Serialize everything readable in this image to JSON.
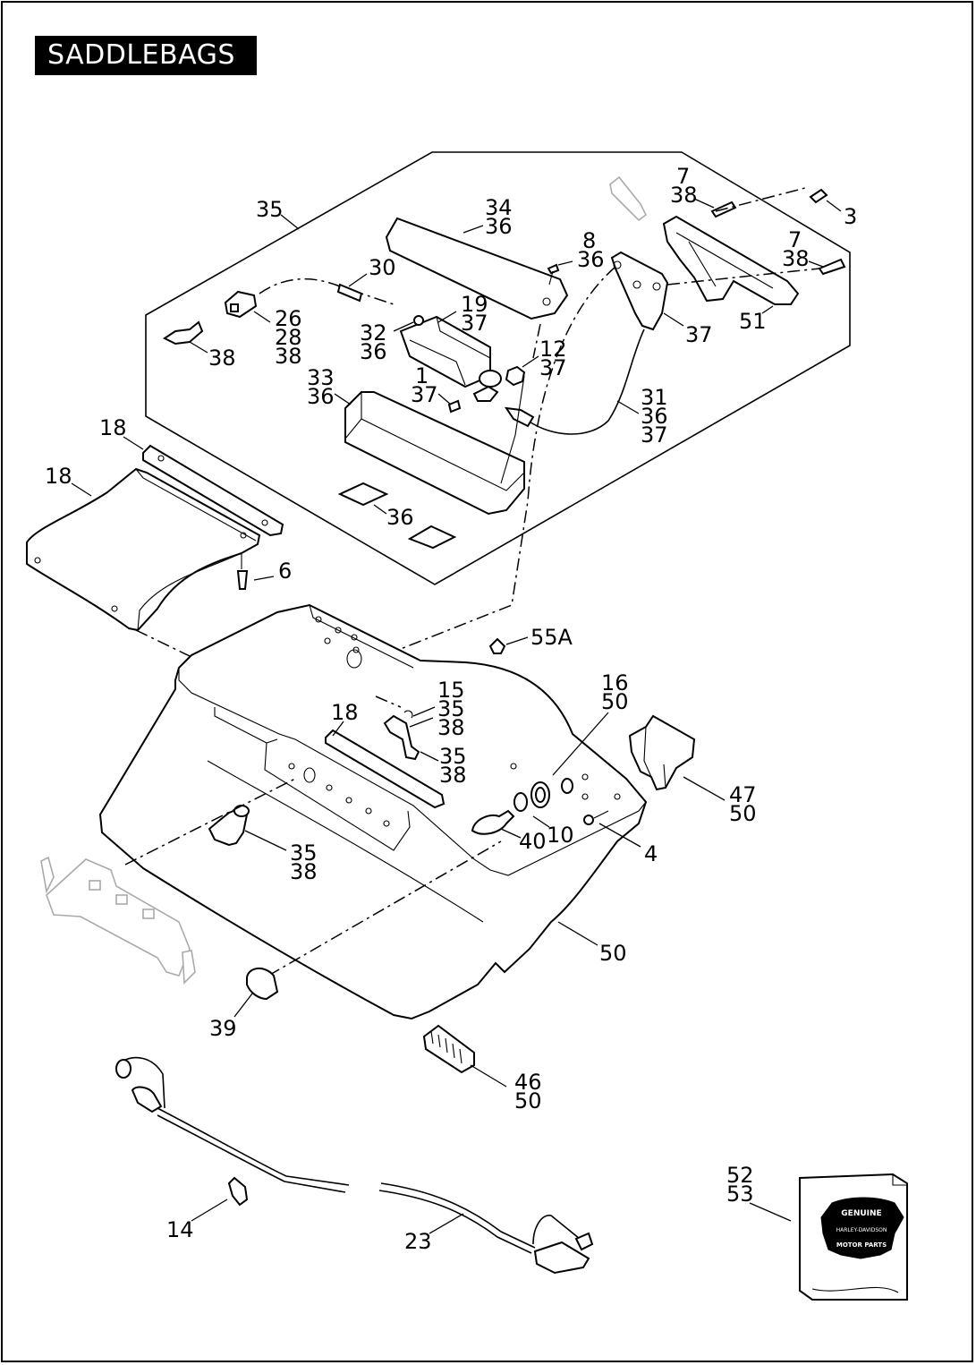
{
  "title": "SADDLEBAGS",
  "callouts": [
    {
      "id": "c35a",
      "lines": [
        "35"
      ]
    },
    {
      "id": "c34",
      "lines": [
        "34",
        "36"
      ]
    },
    {
      "id": "c7a",
      "lines": [
        "7",
        "38"
      ]
    },
    {
      "id": "c3",
      "lines": [
        "3"
      ]
    },
    {
      "id": "c7b",
      "lines": [
        "7",
        "38"
      ]
    },
    {
      "id": "c8",
      "lines": [
        "8",
        "36"
      ]
    },
    {
      "id": "c30",
      "lines": [
        "30"
      ]
    },
    {
      "id": "c26",
      "lines": [
        "26",
        "28",
        "38"
      ]
    },
    {
      "id": "c38a",
      "lines": [
        "38"
      ]
    },
    {
      "id": "c19",
      "lines": [
        "19",
        "37"
      ]
    },
    {
      "id": "c32",
      "lines": [
        "32",
        "36"
      ]
    },
    {
      "id": "c37a",
      "lines": [
        "37"
      ]
    },
    {
      "id": "c51",
      "lines": [
        "51"
      ]
    },
    {
      "id": "c12",
      "lines": [
        "12",
        "37"
      ]
    },
    {
      "id": "c33",
      "lines": [
        "33",
        "36"
      ]
    },
    {
      "id": "c1",
      "lines": [
        "1",
        "37"
      ]
    },
    {
      "id": "c31",
      "lines": [
        "31",
        "36",
        "37"
      ]
    },
    {
      "id": "c18a",
      "lines": [
        "18"
      ]
    },
    {
      "id": "c18b",
      "lines": [
        "18"
      ]
    },
    {
      "id": "c36",
      "lines": [
        "36"
      ]
    },
    {
      "id": "c6",
      "lines": [
        "6"
      ]
    },
    {
      "id": "c55a",
      "lines": [
        "55A"
      ]
    },
    {
      "id": "c16",
      "lines": [
        "16",
        "50"
      ]
    },
    {
      "id": "c15",
      "lines": [
        "15",
        "35",
        "38"
      ]
    },
    {
      "id": "c18c",
      "lines": [
        "18"
      ]
    },
    {
      "id": "c35b",
      "lines": [
        "35",
        "38"
      ]
    },
    {
      "id": "c47",
      "lines": [
        "47",
        "50"
      ]
    },
    {
      "id": "c40",
      "lines": [
        "40"
      ]
    },
    {
      "id": "c10",
      "lines": [
        "10"
      ]
    },
    {
      "id": "c4",
      "lines": [
        "4"
      ]
    },
    {
      "id": "c35c",
      "lines": [
        "35",
        "38"
      ]
    },
    {
      "id": "c50",
      "lines": [
        "50"
      ]
    },
    {
      "id": "c39",
      "lines": [
        "39"
      ]
    },
    {
      "id": "c46",
      "lines": [
        "46",
        "50"
      ]
    },
    {
      "id": "c52",
      "lines": [
        "52",
        "53"
      ]
    },
    {
      "id": "c14",
      "lines": [
        "14"
      ]
    },
    {
      "id": "c23",
      "lines": [
        "23"
      ]
    }
  ],
  "badge": {
    "top": "GENUINE",
    "middle": "HARLEY-DAVIDSON",
    "bottom": "MOTOR PARTS"
  }
}
